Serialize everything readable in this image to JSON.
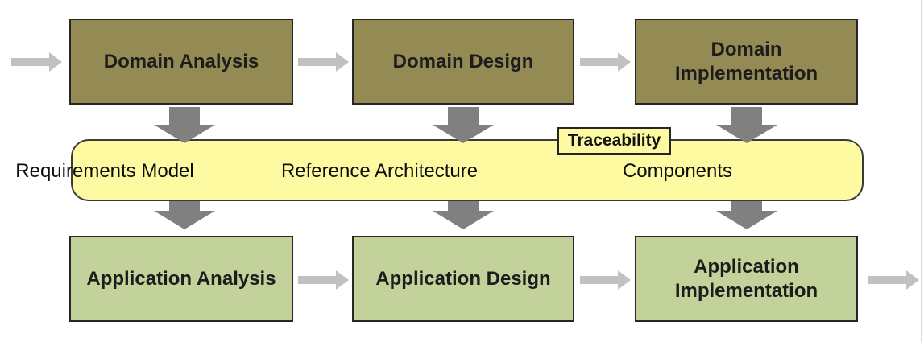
{
  "diagram": {
    "top_row": [
      {
        "label": "Domain Analysis"
      },
      {
        "label": "Domain Design"
      },
      {
        "label": "Domain\nImplementation"
      }
    ],
    "middle_band": {
      "tag": "Traceability",
      "items": [
        {
          "label": "Requirements Model"
        },
        {
          "label": "Reference Architecture"
        },
        {
          "label": "Components"
        }
      ]
    },
    "bottom_row": [
      {
        "label": "Application Analysis"
      },
      {
        "label": "Application Design"
      },
      {
        "label": "Application\nImplementation"
      }
    ],
    "colors": {
      "domain_box_fill": "#948A54",
      "application_box_fill": "#C3D29B",
      "band_fill": "#FEFAA2",
      "box_border": "#262626",
      "horizontal_arrow": "#C1C1C1",
      "vertical_arrow": "#808080"
    }
  }
}
